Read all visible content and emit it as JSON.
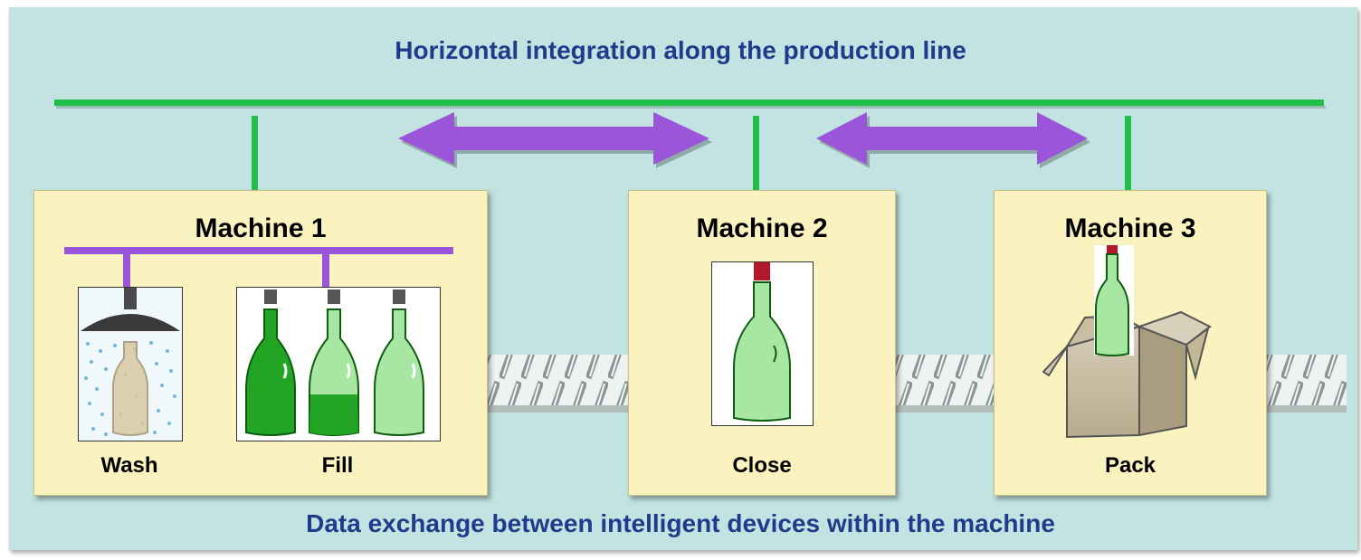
{
  "header": {
    "title": "Horizontal integration along the production line"
  },
  "footer": {
    "title": "Data exchange between intelligent devices within the machine"
  },
  "machines": [
    {
      "title": "Machine 1",
      "steps": [
        "Wash",
        "Fill"
      ]
    },
    {
      "title": "Machine 2",
      "steps": [
        "Close"
      ]
    },
    {
      "title": "Machine 3",
      "steps": [
        "Pack"
      ]
    }
  ],
  "colors": {
    "background": "#c2e3e2",
    "bus": "#1fbf4a",
    "arrow": "#9a55d8",
    "machine": "#fbf3bf",
    "title_text": "#1f3c8c",
    "bottle_dark": "#22a524",
    "bottle_light": "#a8e6a3",
    "cap": "#b3182a"
  }
}
